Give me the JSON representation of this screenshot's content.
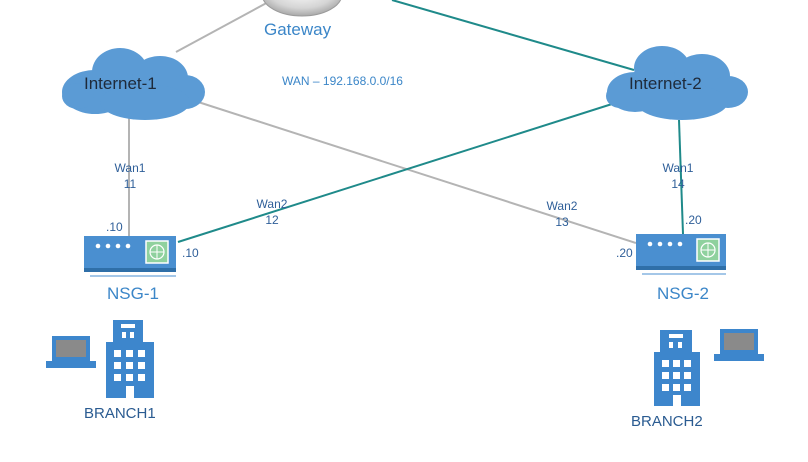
{
  "gateway": {
    "label": "Gateway"
  },
  "wan_network": {
    "label": "WAN – 192.168.0.0/16"
  },
  "clouds": [
    {
      "id": "internet1",
      "label": "Internet-1"
    },
    {
      "id": "internet2",
      "label": "Internet-2"
    }
  ],
  "links": [
    {
      "id": "nsg1-wan1",
      "name": "Wan1",
      "number": "11"
    },
    {
      "id": "nsg1-wan2",
      "name": "Wan2",
      "number": "12"
    },
    {
      "id": "nsg2-wan2",
      "name": "Wan2",
      "number": "13"
    },
    {
      "id": "nsg2-wan1",
      "name": "Wan1",
      "number": "14"
    }
  ],
  "addresses": {
    "nsg1_wan1": ".10",
    "nsg1_wan2": ".10",
    "nsg2_wan1": ".20",
    "nsg2_wan2": ".20"
  },
  "devices": [
    {
      "id": "nsg1",
      "label": "NSG-1"
    },
    {
      "id": "nsg2",
      "label": "NSG-2"
    }
  ],
  "branches": [
    {
      "id": "branch1",
      "label": "BRANCH1"
    },
    {
      "id": "branch2",
      "label": "BRANCH2"
    }
  ],
  "colors": {
    "cloud": "#5b9bd5",
    "device": "#4a8fd0",
    "building": "#3d86cc",
    "link_teal": "#1f8a8a",
    "link_gray": "#b4b4b4",
    "text_blue": "#2f5f99"
  }
}
